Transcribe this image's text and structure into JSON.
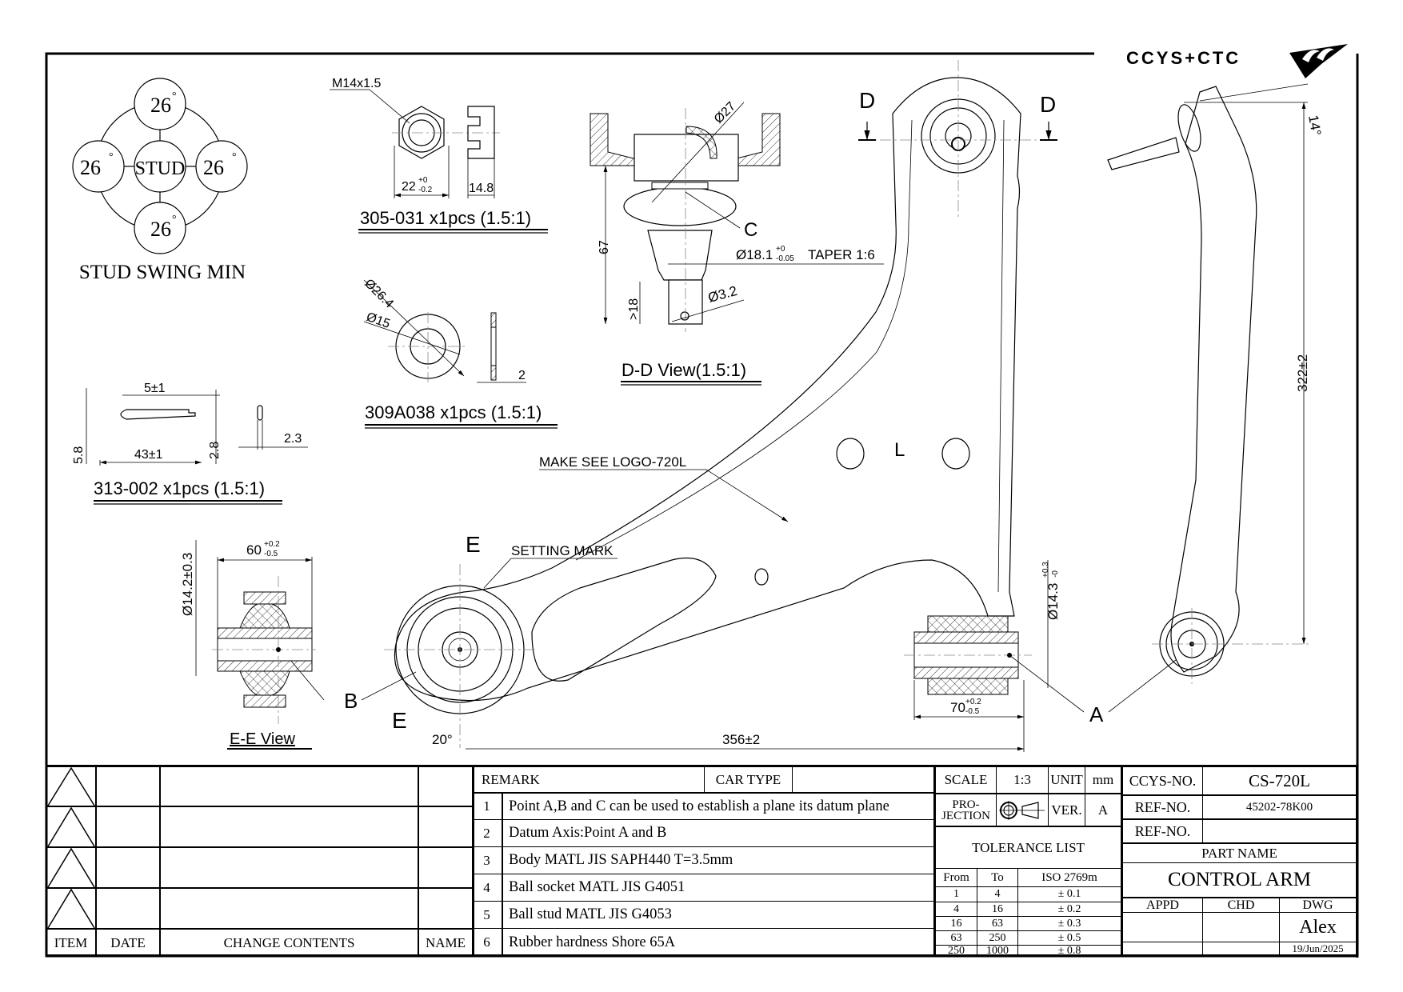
{
  "logo": {
    "text": "CCYS+CTC",
    "icon": "ccys-ctc-logo-icon"
  },
  "views": {
    "stud_swing": {
      "center_label": "STUD",
      "angles": [
        "26",
        "26",
        "26",
        "26"
      ],
      "degree_symbol": "°",
      "caption": "STUD SWING MIN"
    },
    "nut": {
      "thread": "M14x1.5",
      "width_dim": "22",
      "width_tol_upper": "+0",
      "width_tol_lower": "-0.2",
      "height_dim": "14.8",
      "caption": "305-031 x1pcs (1.5:1)"
    },
    "washer": {
      "outer_dia": "Ø26.4",
      "inner_dia": "Ø15",
      "thickness": "2",
      "caption": "309A038 x1pcs (1.5:1)"
    },
    "cotter_pin": {
      "leg_offset": "5±1",
      "length": "43±1",
      "head_height": "5.8",
      "shank": "2.8",
      "wire": "2.3",
      "caption": "313-002 x1pcs (1.5:1)"
    },
    "dd_view": {
      "ball_dia": "Ø27",
      "height": "67",
      "min_thread": ">18",
      "taper_dia": "Ø18.1",
      "taper_tol_upper": "+0",
      "taper_tol_lower": "-0.05",
      "taper_text": "TAPER 1:6",
      "hole_dia": "Ø3.2",
      "point_label": "C",
      "caption": "D-D View(1.5:1)"
    },
    "ee_view": {
      "bore_dia": "Ø14.2±0.3",
      "width_dim": "60",
      "width_tol_upper": "+0.2",
      "width_tol_lower": "-0.5",
      "caption": "E-E View"
    },
    "main_view": {
      "section_d": "D",
      "section_e": "E",
      "side_label": "L",
      "logo_note": "MAKE SEE LOGO-720L",
      "setting_mark": "SETTING MARK",
      "point_a": "A",
      "point_b": "B",
      "angle": "20°",
      "overall_length": "356±2",
      "rear_bush_width": "70",
      "rear_bush_tol_upper": "+0.2",
      "rear_bush_tol_lower": "-0.5",
      "rear_bush_dia": "Ø14.3",
      "rear_bush_dia_tol_upper": "+0.3",
      "rear_bush_dia_tol_lower": "-0"
    },
    "side_view": {
      "angle": "14°",
      "height": "322±2"
    }
  },
  "title_block": {
    "change_table": {
      "headers": {
        "item": "ITEM",
        "date": "DATE",
        "contents": "CHANGE CONTENTS",
        "name": "NAME"
      },
      "rows": [
        {
          "item": "",
          "date": "",
          "contents": "",
          "name": ""
        },
        {
          "item": "",
          "date": "",
          "contents": "",
          "name": ""
        },
        {
          "item": "",
          "date": "",
          "contents": "",
          "name": ""
        },
        {
          "item": "",
          "date": "",
          "contents": "",
          "name": ""
        }
      ]
    },
    "remarks": {
      "header": "REMARK",
      "car_type_label": "CAR TYPE",
      "car_type_value": "",
      "items": [
        {
          "no": "1",
          "text": "Point A,B and C can be used to establish a plane its datum plane"
        },
        {
          "no": "2",
          "text": "Datum Axis:Point A and B"
        },
        {
          "no": "3",
          "text": "Body MATL JIS SAPH440 T=3.5mm"
        },
        {
          "no": "4",
          "text": "Ball socket MATL JIS G4051"
        },
        {
          "no": "5",
          "text": "Ball stud MATL JIS G4053"
        },
        {
          "no": "6",
          "text": "Rubber hardness Shore 65A"
        }
      ]
    },
    "scale_label": "SCALE",
    "scale_value": "1:3",
    "unit_label": "UNIT",
    "unit_value": "mm",
    "projection_label_1": "PRO-",
    "projection_label_2": "JECTION",
    "projection_icon": "third-angle-projection-icon",
    "version_label": "VER.",
    "version_value": "A",
    "tolerance": {
      "title": "TOLERANCE LIST",
      "headers": {
        "from": "From",
        "to": "To",
        "std": "ISO 2769m"
      },
      "rows": [
        {
          "from": "1",
          "to": "4",
          "tol": "± 0.1"
        },
        {
          "from": "4",
          "to": "16",
          "tol": "± 0.2"
        },
        {
          "from": "16",
          "to": "63",
          "tol": "± 0.3"
        },
        {
          "from": "63",
          "to": "250",
          "tol": "± 0.5"
        },
        {
          "from": "250",
          "to": "1000",
          "tol": "± 0.8"
        }
      ]
    },
    "ccys_no_label": "CCYS-NO.",
    "ccys_no_value": "CS-720L",
    "ref_no_label": "REF-NO.",
    "ref_no_value_1": "45202-78K00",
    "ref_no_value_2": "",
    "part_name_label": "PART NAME",
    "part_name_value": "CONTROL ARM",
    "appd_label": "APPD",
    "chd_label": "CHD",
    "dwg_label": "DWG",
    "appd_value": "",
    "chd_value": "",
    "dwg_value": "Alex",
    "date_value": "19/Jun/2025"
  }
}
